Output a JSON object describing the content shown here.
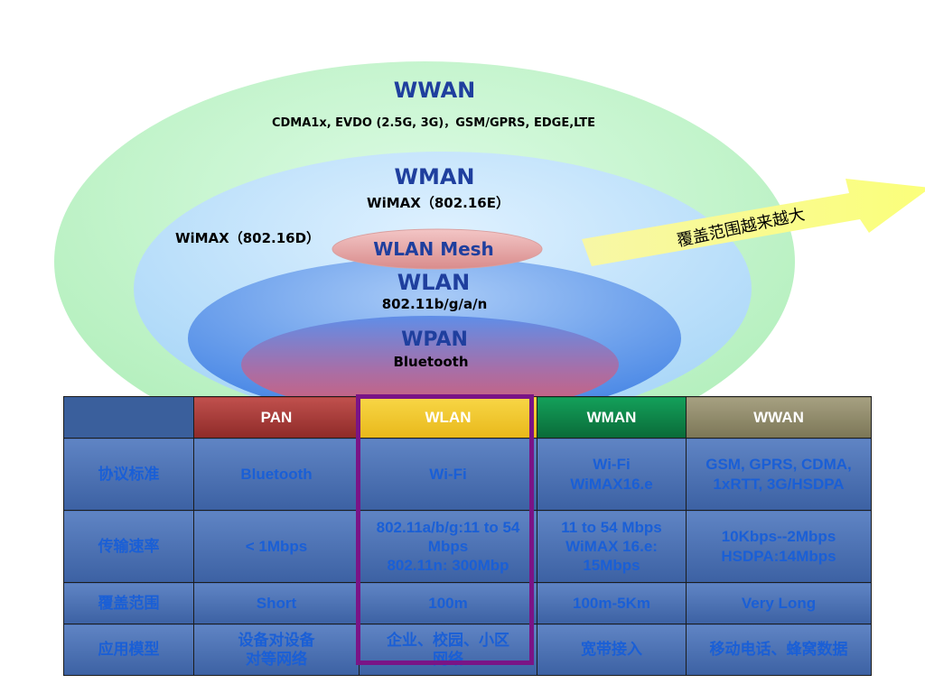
{
  "diagram": {
    "ellipses": [
      {
        "title": "WWAN",
        "sub": "CDMA1x, EVDO (2.5G, 3G)，GSM/GPRS, EDGE,LTE"
      },
      {
        "title": "WMAN",
        "sub": "WiMAX（802.16E）"
      },
      {
        "title": "WLAN Mesh",
        "sub": ""
      },
      {
        "title": "WLAN",
        "sub": "802.11b/g/a/n"
      },
      {
        "title": "WPAN",
        "sub": "Bluetooth"
      }
    ],
    "side_label": "WiMAX（802.16D）",
    "arrow_label": "覆盖范围越来越大",
    "colors": {
      "wwan": "#c8f5c8",
      "wman": "#bfe3fb",
      "wlan": "#6fa4ef",
      "wpan": "#c06a8c",
      "mesh": "#e9a6a6",
      "arrow": "#fbfba0"
    }
  },
  "table": {
    "headers": [
      "",
      "PAN",
      "WLAN",
      "WMAN",
      "WWAN"
    ],
    "rows": [
      {
        "label": "协议标准",
        "cells": [
          "Bluetooth",
          "Wi-Fi",
          "Wi-Fi\nWiMAX16.e",
          "GSM, GPRS, CDMA, 1xRTT, 3G/HSDPA"
        ]
      },
      {
        "label": "传输速率",
        "cells": [
          "< 1Mbps",
          "802.11a/b/g:11 to 54 Mbps\n802.11n: 300Mbp",
          "11 to 54 Mbps\nWiMAX 16.e: 15Mbps",
          "10Kbps--2Mbps\nHSDPA:14Mbps"
        ]
      },
      {
        "label": "覆盖范围",
        "cells": [
          "Short",
          "100m",
          "100m-5Km",
          "Very Long"
        ]
      },
      {
        "label": "应用模型",
        "cells": [
          "设备对设备\n对等网络",
          "企业、校园、小区\n网络",
          "宽带接入",
          "移动电话、蜂窝数据"
        ]
      }
    ],
    "highlight_column": "WLAN",
    "highlight_color": "#7a1486"
  }
}
